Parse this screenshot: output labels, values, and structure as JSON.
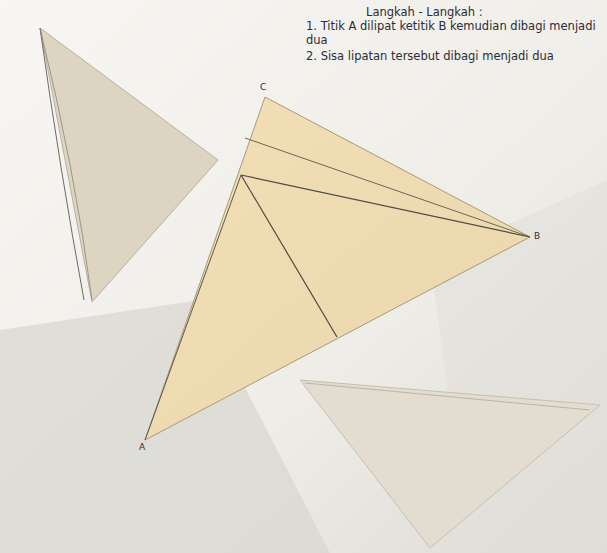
{
  "diagram": {
    "title": "Langkah - Langkah :",
    "labels": [
      "1. Titik A dilipat ketitik B kemudian dibagi menjadi dua",
      "2. Sisa lipatan tersebut dibagi menjadi dua",
      "C",
      "B",
      "A"
    ]
  }
}
